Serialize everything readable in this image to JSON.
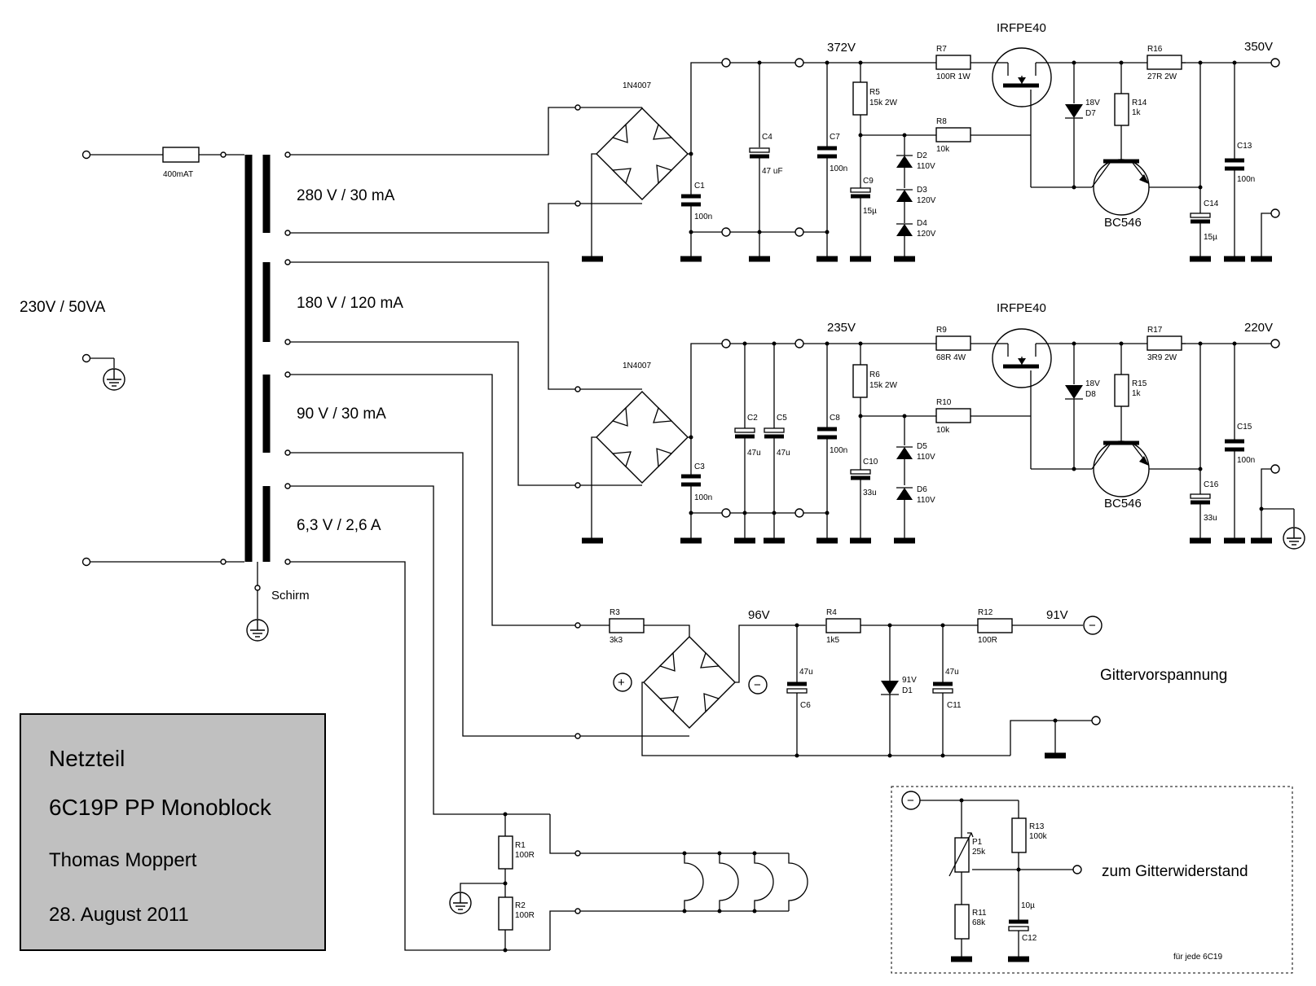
{
  "mains": {
    "input": "230V / 50VA",
    "fuse": "400mAT",
    "shield": "Schirm"
  },
  "windings": [
    "280 V / 30 mA",
    "180 V / 120 mA",
    "90 V / 30 mA",
    "6,3 V / 2,6 A"
  ],
  "hv1": {
    "rectifier": "1N4007",
    "node_in": "372V",
    "node_out": "350V",
    "mosfet": "IRFPE40",
    "transistor": "BC546",
    "parts": {
      "C1": "100n",
      "C4": "47 uF",
      "C7": "100n",
      "R5": "15k 2W",
      "C9": "15µ",
      "R7": "100R 1W",
      "R8": "10k",
      "D2": "110V",
      "D3": "120V",
      "D4": "120V",
      "D7": "18V",
      "R14": "1k",
      "R16": "27R 2W",
      "C13": "100n",
      "C14": "15µ"
    }
  },
  "hv2": {
    "rectifier": "1N4007",
    "node_in": "235V",
    "node_out": "220V",
    "mosfet": "IRFPE40",
    "transistor": "BC546",
    "parts": {
      "C3": "100n",
      "C2": "47u",
      "C5": "47u",
      "C8": "100n",
      "R6": "15k 2W",
      "C10": "33u",
      "R9": "68R 4W",
      "R10": "10k",
      "D5": "110V",
      "D6": "110V",
      "D8": "18V",
      "R15": "1k",
      "R17": "3R9 2W",
      "C15": "100n",
      "C16": "33u"
    }
  },
  "bias": {
    "node_in": "96V",
    "node_out": "91V",
    "label": "Gittervorspannung",
    "plus": "+",
    "minus": "−",
    "parts": {
      "R3": "3k3",
      "R4": "1k5",
      "R12": "100R",
      "C6": "47u",
      "C11": "47u",
      "D1": "91V"
    }
  },
  "heater": {
    "R1": "100R",
    "R2": "100R"
  },
  "grid_network": {
    "minus": "−",
    "label": "zum Gitterwiderstand",
    "note": "für jede 6C19",
    "parts": {
      "P1": "25k",
      "R13": "100k",
      "R11": "68k",
      "C12": "10µ"
    }
  },
  "title_block": {
    "title": "Netzteil",
    "subtitle": "6C19P PP Monoblock",
    "author": "Thomas Moppert",
    "date": "28. August 2011"
  }
}
